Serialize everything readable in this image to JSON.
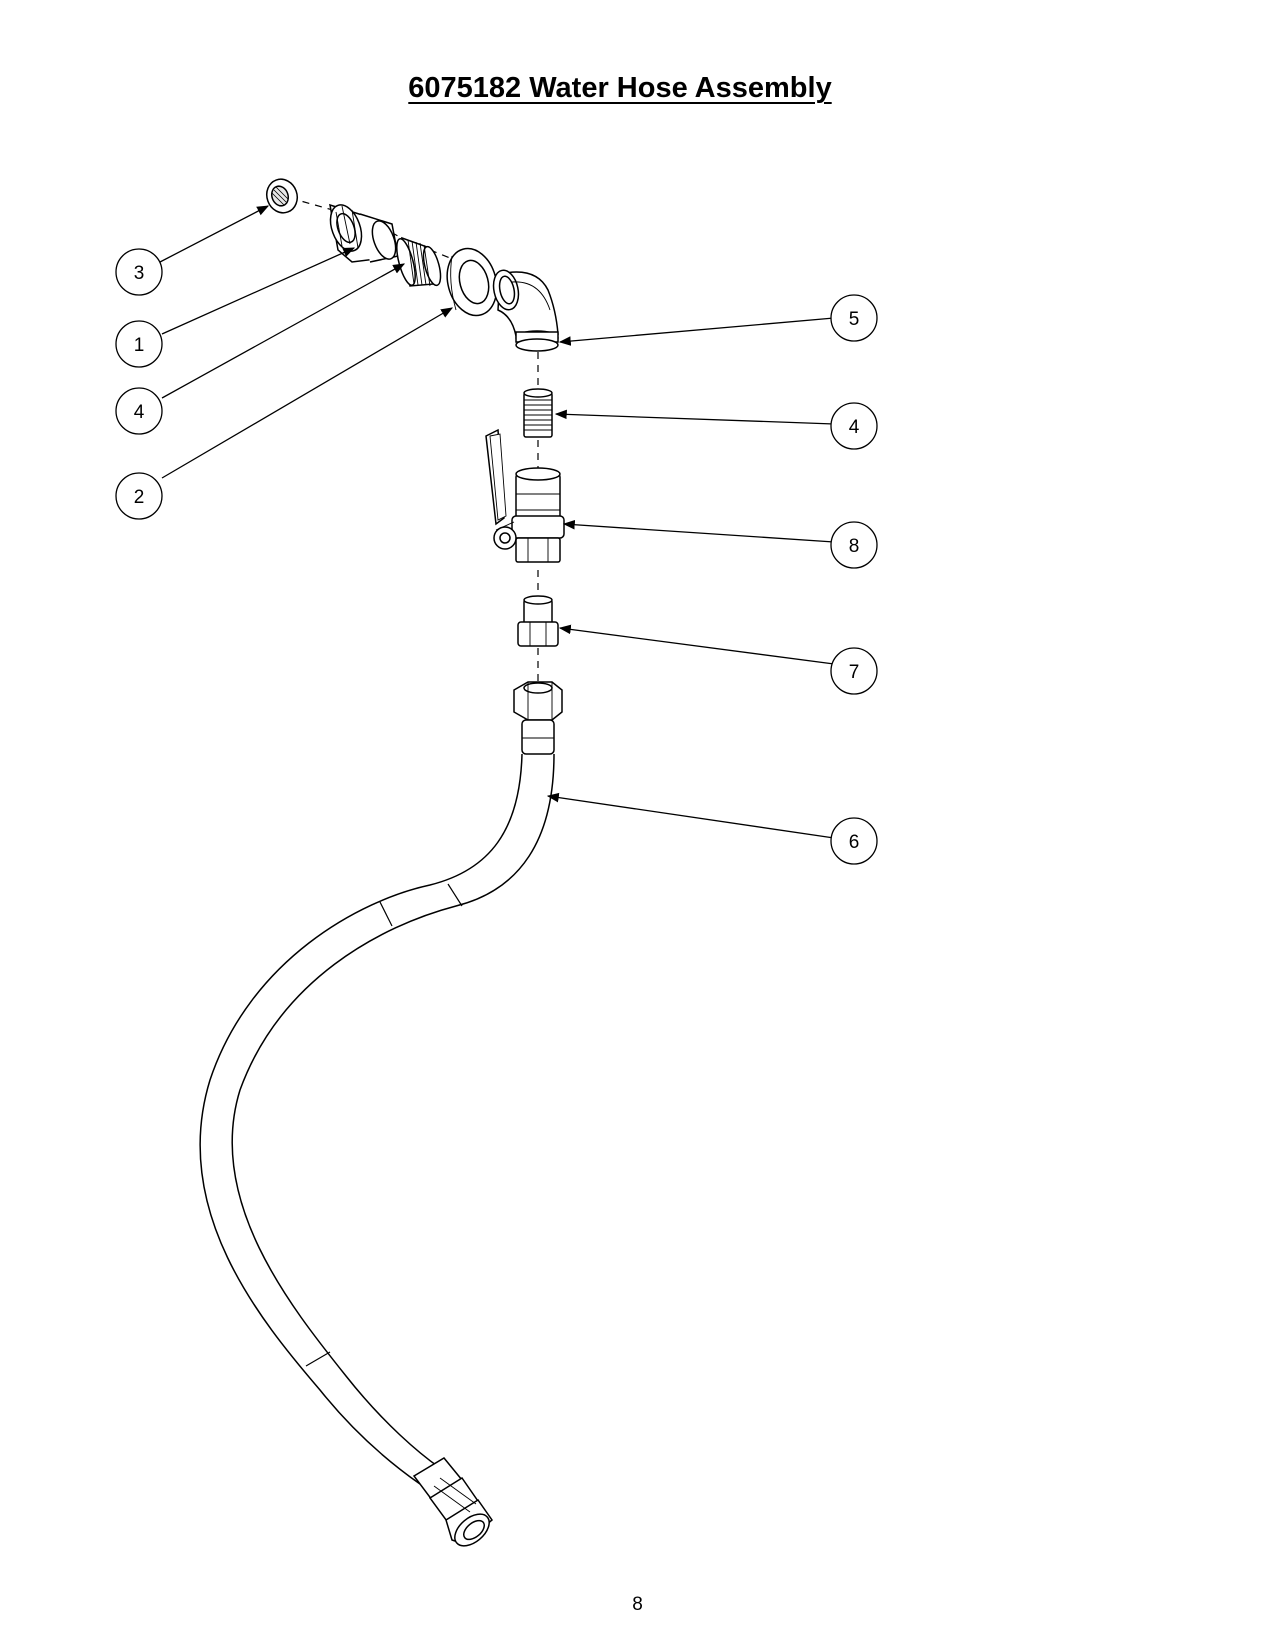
{
  "document": {
    "title": "6075182 Water Hose Assembly",
    "page_number": "8"
  },
  "callouts": [
    {
      "id": "c3",
      "label": "3"
    },
    {
      "id": "c1",
      "label": "1"
    },
    {
      "id": "c4a",
      "label": "4"
    },
    {
      "id": "c2",
      "label": "2"
    },
    {
      "id": "c5",
      "label": "5"
    },
    {
      "id": "c4b",
      "label": "4"
    },
    {
      "id": "c8",
      "label": "8"
    },
    {
      "id": "c7",
      "label": "7"
    },
    {
      "id": "c6",
      "label": "6"
    }
  ]
}
